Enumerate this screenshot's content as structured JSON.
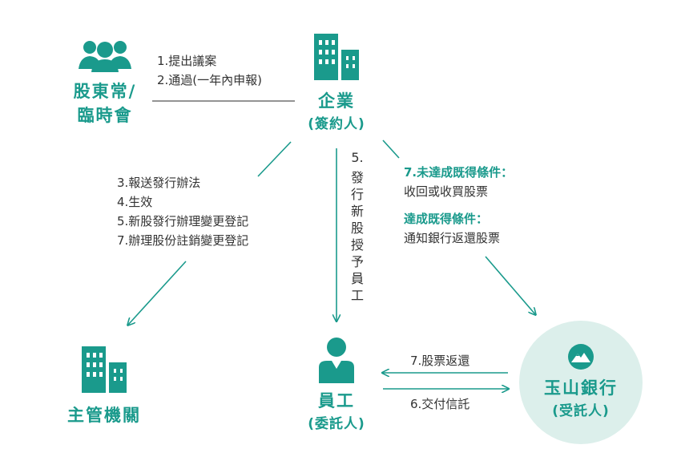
{
  "colors": {
    "accent": "#1a9a8c",
    "text": "#333333",
    "circle": "#dcefeb"
  },
  "nodes": {
    "shareholders": {
      "icon": "people-icon",
      "title_line1": "股東常/",
      "title_line2": "臨時會"
    },
    "company": {
      "icon": "building-icon",
      "title": "企業",
      "subtitle": "(簽約人)"
    },
    "regulator": {
      "icon": "building-icon",
      "title": "主管機關"
    },
    "employee": {
      "icon": "person-icon",
      "title": "員工",
      "subtitle": "(委託人)"
    },
    "bank": {
      "icon": "mountain-logo-icon",
      "title": "玉山銀行",
      "subtitle": "(受託人)"
    }
  },
  "steps": {
    "shareholders_company": [
      "1.提出議案",
      "2.通過(一年內申報)"
    ],
    "company_regulator": [
      "3.報送發行辦法",
      "4.生效",
      "5.新股發行辦理變更登記",
      "7.辦理股份註銷變更登記"
    ],
    "company_employee": "5.發行新股授予員工",
    "company_employee_number": "5.",
    "company_employee_text": "發行新股授予員工",
    "company_bank_cond1_title": "7.未達成既得條件：",
    "company_bank_cond1_text": "收回或收買股票",
    "company_bank_cond2_title": "達成既得條件：",
    "company_bank_cond2_text": "通知銀行返還股票",
    "bank_to_employee": "7.股票返還",
    "employee_to_bank": "6.交付信託"
  }
}
